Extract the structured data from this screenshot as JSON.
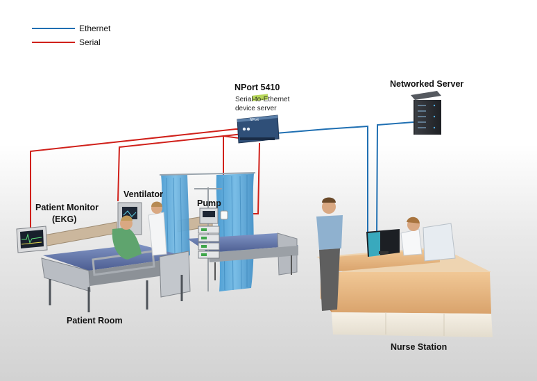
{
  "legend": {
    "items": [
      {
        "label": "Ethernet",
        "color": "#1f6fb2"
      },
      {
        "label": "Serial",
        "color": "#d0201a"
      }
    ]
  },
  "labels": {
    "nport_title": "NPort 5410",
    "nport_subtitle_1": "Serial-to-Ethernet",
    "nport_subtitle_2": "device server",
    "networked_server": "Networked Server",
    "ventilator": "Ventilator",
    "patient_monitor": "Patient Monitor",
    "ekg": "(EKG)",
    "pump": "Pump",
    "patient_room": "Patient Room",
    "nurse_station": "Nurse Station"
  },
  "device": {
    "brand_text": "NPort"
  },
  "colors": {
    "ethernet": "#1f6fb2",
    "serial": "#d0201a",
    "curtain": "#5aa6d6",
    "desk": "#e8b783",
    "bed_frame": "#a7abb0",
    "mattress": "#5d6fa3"
  }
}
